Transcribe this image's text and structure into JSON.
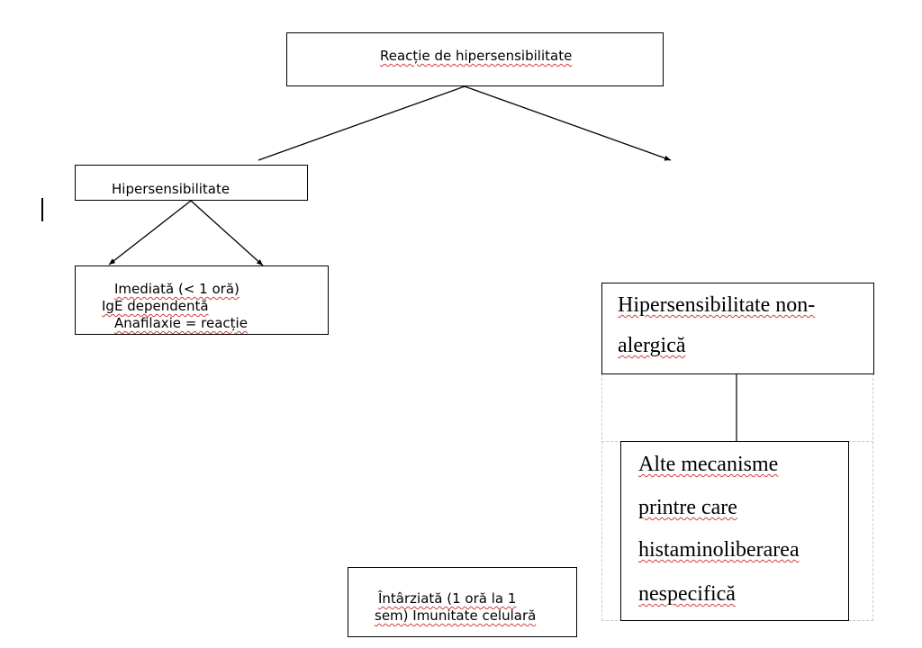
{
  "root": {
    "label": "Reacție de hipersensibilitate"
  },
  "allergic": {
    "label": "Hipersensibilitate"
  },
  "immediate": {
    "line1": "Imediată (< 1 oră)",
    "line2": "IgE dependentă",
    "line3": "Anafilaxie = reacție"
  },
  "delayed": {
    "line1": "Întârziată (1 oră la 1",
    "line2": "sem) Imunitate celulară"
  },
  "non_allergic": {
    "line1": "Hipersensibilitate non-",
    "line2": "alergică"
  },
  "other": {
    "line1": "Alte mecanisme",
    "line2": "printre care",
    "line3": "histaminoliberarea",
    "line4": "nespecifică"
  }
}
